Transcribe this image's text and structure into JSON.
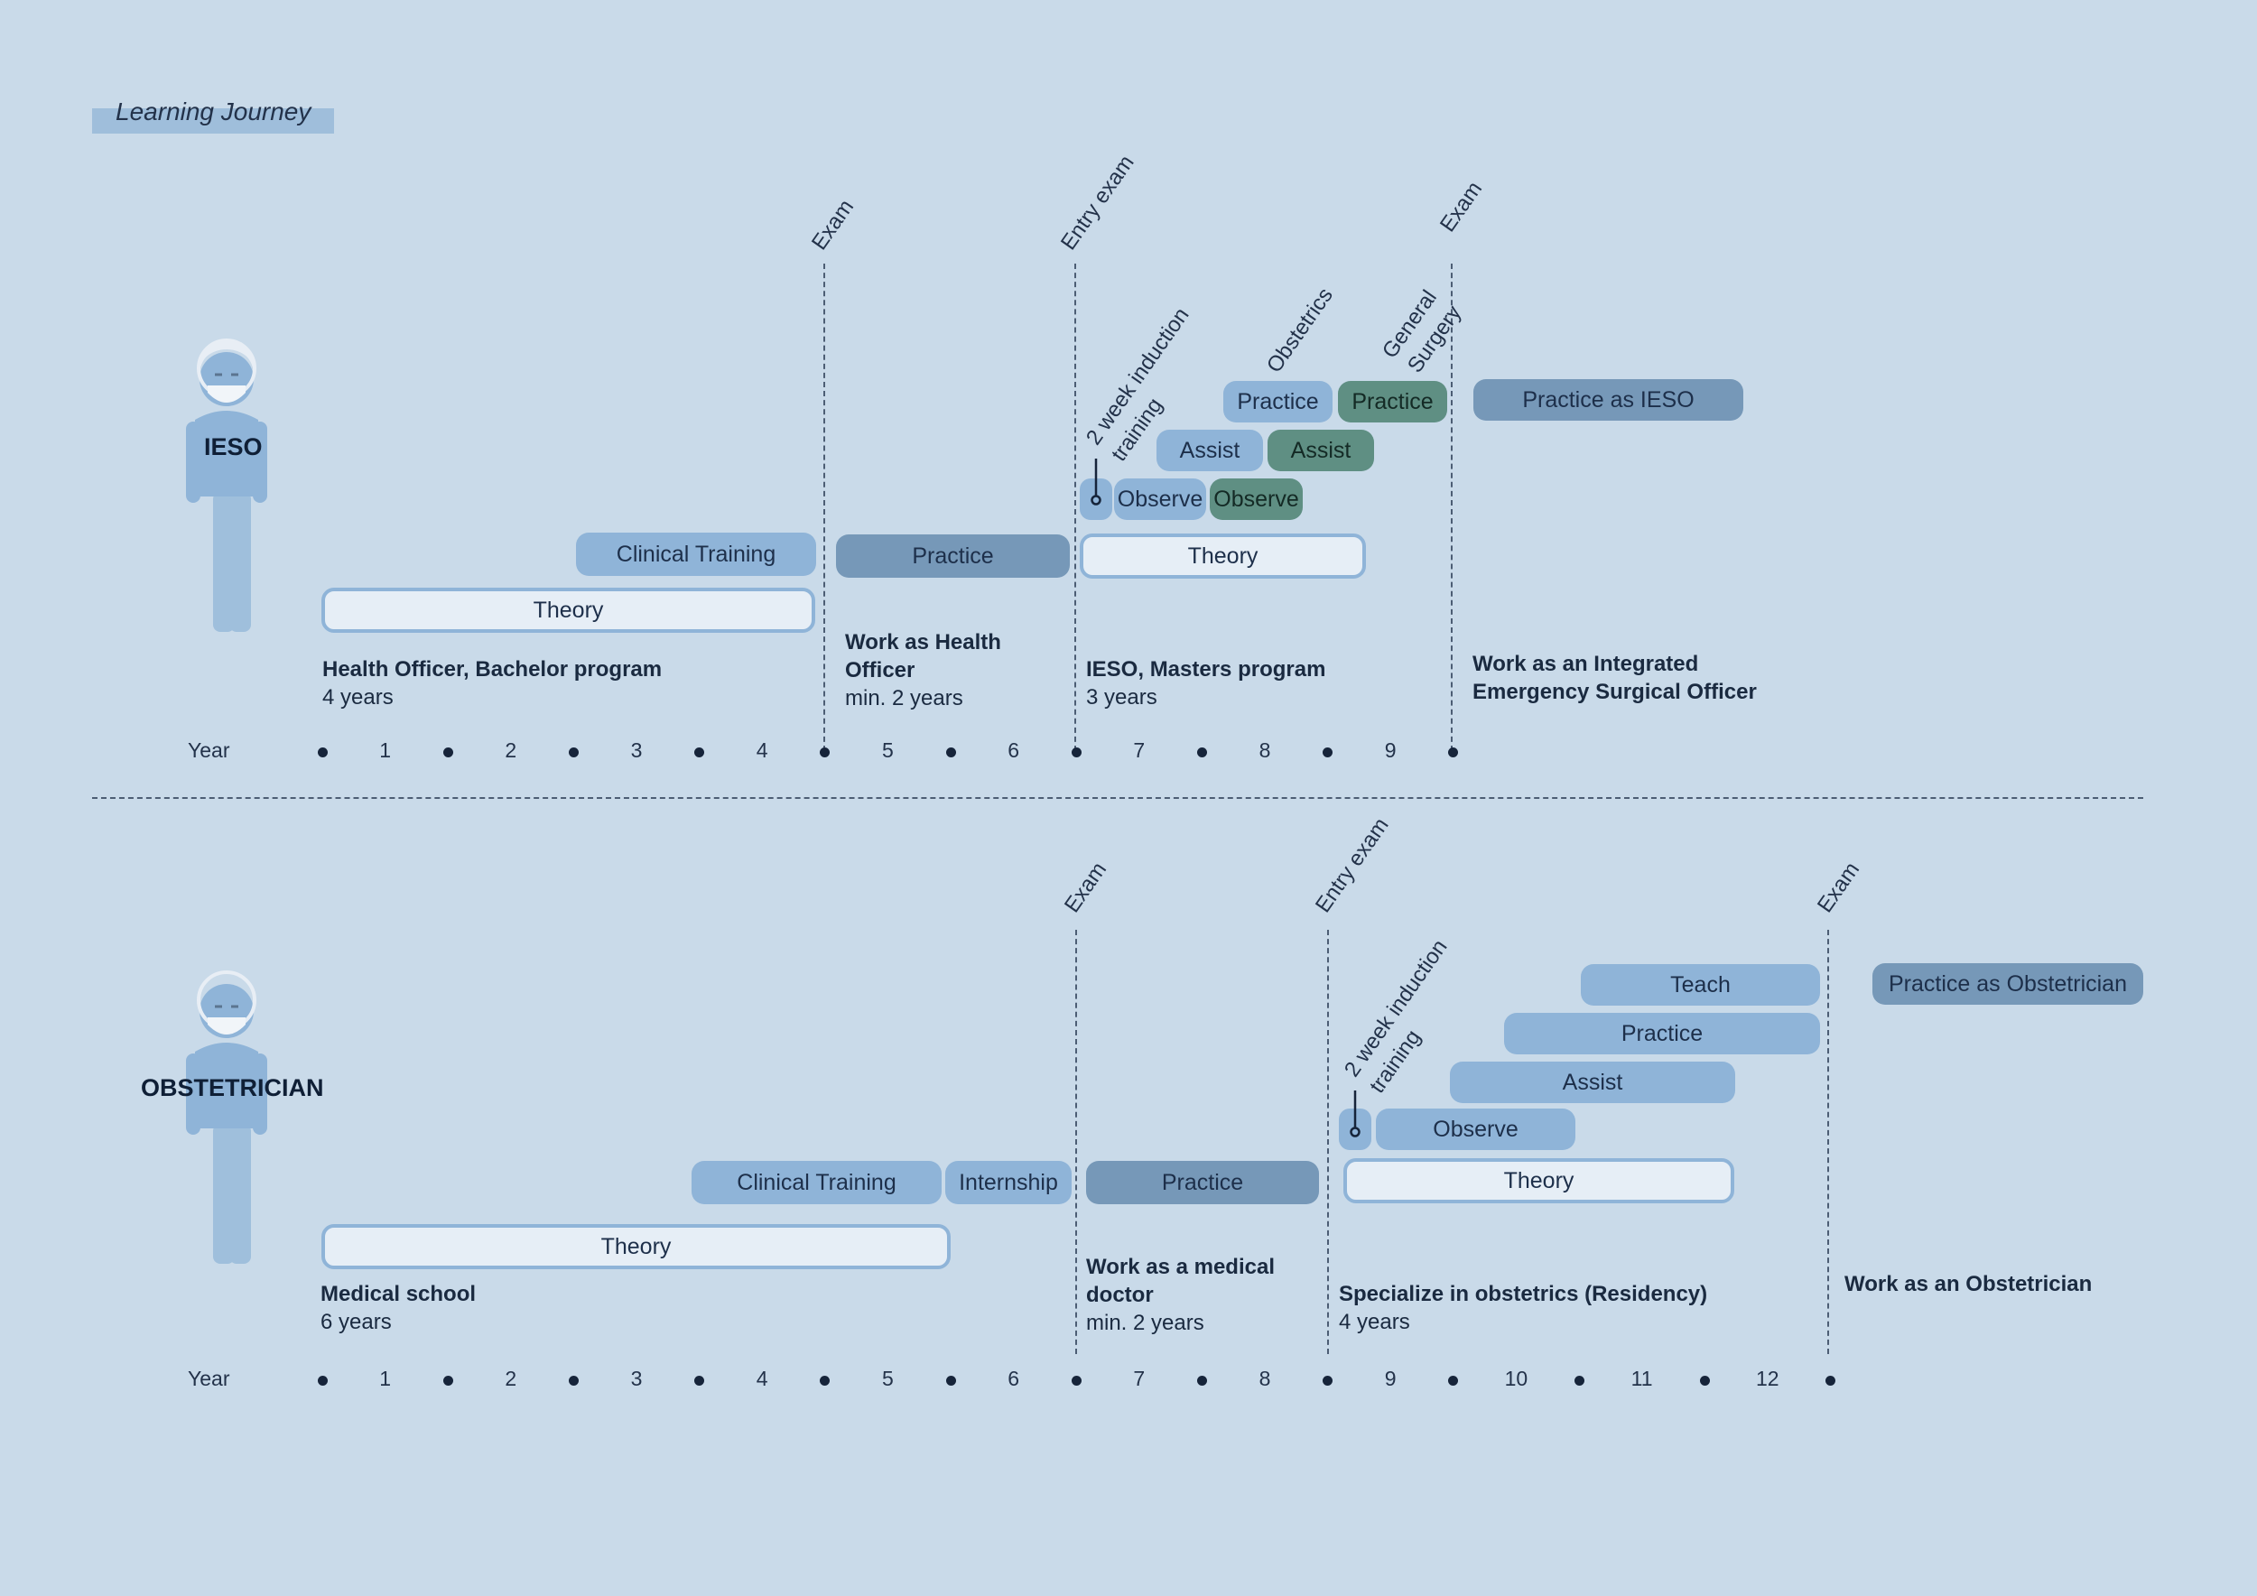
{
  "title": "Learning Journey",
  "ieso": {
    "role": "IESO",
    "bars": {
      "theory": "Theory",
      "clinical_training": "Clinical Training",
      "practice": "Practice",
      "theory_masters": "Theory",
      "observe_a": "Observe",
      "observe_b": "Observe",
      "assist_a": "Assist",
      "assist_b": "Assist",
      "practice_a": "Practice",
      "practice_b": "Practice",
      "practice_as": "Practice as IESO"
    },
    "rotated": {
      "exam1": "Exam",
      "entry_exam": "Entry exam",
      "exam2": "Exam",
      "induction_line1": "2 week induction",
      "induction_line2": "training",
      "obstetrics": "Obstetrics",
      "surgery_line1": "General",
      "surgery_line2": "Surgery"
    },
    "programs": [
      {
        "name": "Health Officer, Bachelor program",
        "duration": "4 years"
      },
      {
        "name": "Work as Health Officer",
        "duration": "min. 2 years"
      },
      {
        "name": "IESO, Masters program",
        "duration": "3 years"
      },
      {
        "name": "Work as an Integrated Emergency Surgical Officer",
        "duration": ""
      }
    ],
    "axis": {
      "label": "Year",
      "years": [
        "1",
        "2",
        "3",
        "4",
        "5",
        "6",
        "7",
        "8",
        "9"
      ]
    }
  },
  "obstetrician": {
    "role": "OBSTETRICIAN",
    "bars": {
      "theory": "Theory",
      "clinical_training": "Clinical Training",
      "internship": "Internship",
      "practice": "Practice",
      "theory_res": "Theory",
      "observe": "Observe",
      "assist": "Assist",
      "practice_res": "Practice",
      "teach": "Teach",
      "practice_as": "Practice as Obstetrician"
    },
    "rotated": {
      "exam1": "Exam",
      "entry_exam": "Entry exam",
      "exam2": "Exam",
      "induction_line1": "2 week induction",
      "induction_line2": "training"
    },
    "programs": [
      {
        "name": "Medical school",
        "duration": "6 years"
      },
      {
        "name": "Work as a medical doctor",
        "duration": "min. 2 years"
      },
      {
        "name": "Specialize in obstetrics (Residency)",
        "duration": "4 years"
      },
      {
        "name": "Work as an Obstetrician",
        "duration": ""
      }
    ],
    "axis": {
      "label": "Year",
      "years": [
        "1",
        "2",
        "3",
        "4",
        "5",
        "6",
        "7",
        "8",
        "9",
        "10",
        "11",
        "12"
      ]
    }
  },
  "colors": {
    "background": "#c9dae9",
    "light_bar": "#8fb4d8",
    "dark_bar": "#7698b8",
    "green_bar": "#5f8f83"
  }
}
